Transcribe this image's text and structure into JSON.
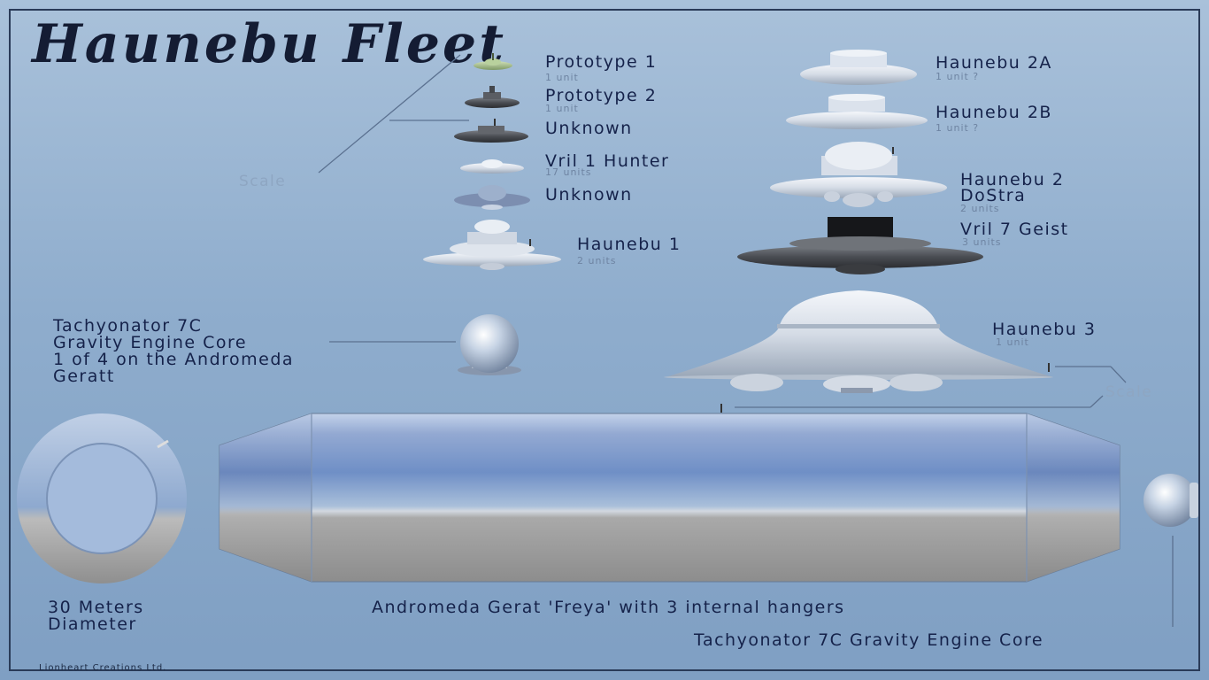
{
  "title": "Haunebu Fleet",
  "scale_label": "Scale",
  "left_column": [
    {
      "name": "Prototype 1",
      "units": "1 unit"
    },
    {
      "name": "Prototype 2",
      "units": "1 unit"
    },
    {
      "name": "Unknown",
      "units": ""
    },
    {
      "name": "Vril 1 Hunter",
      "units": "17 units"
    },
    {
      "name": "Unknown",
      "units": ""
    },
    {
      "name": "Haunebu 1",
      "units": "2 units"
    }
  ],
  "right_column": [
    {
      "name": "Haunebu 2A",
      "units": "1 unit ?"
    },
    {
      "name": "Haunebu 2B",
      "units": "1 unit ?"
    },
    {
      "name": "Haunebu 2",
      "name2": "DoStra",
      "units": "2 units"
    },
    {
      "name": "Vril 7 Geist",
      "units": "3 units"
    },
    {
      "name": "Haunebu 3",
      "units": "1 unit"
    }
  ],
  "engine_label": {
    "line1": "Tachyonator 7C",
    "line2": "Gravity Engine Core",
    "line3": "1 of 4 on the Andromeda",
    "line4": "Geratt"
  },
  "diameter_label": {
    "line1": "30 Meters",
    "line2": "Diameter"
  },
  "mothership_label": "Andromeda Gerat 'Freya' with 3 internal hangers",
  "engine_core_label": "Tachyonator 7C Gravity Engine Core",
  "credit": "Lionheart Creations Ltd.",
  "colors": {
    "text": "#15224a",
    "sub": "#6e84a2",
    "frame": "#2a3b58"
  }
}
